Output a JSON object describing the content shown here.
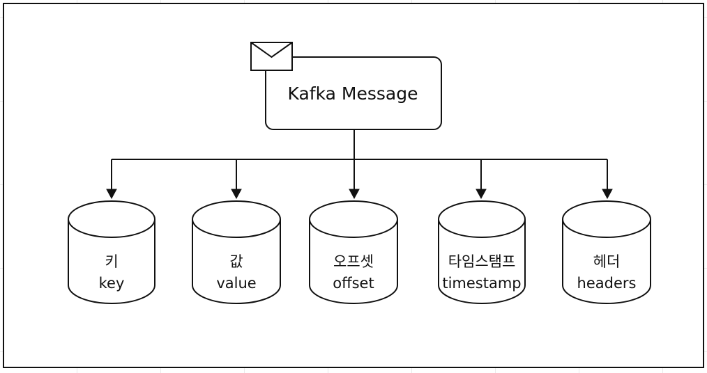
{
  "diagram": {
    "root": {
      "label": "Kafka Message",
      "icon": "envelope-icon"
    },
    "nodes": [
      {
        "id": "key",
        "label_ko": "키",
        "label_en": "key"
      },
      {
        "id": "value",
        "label_ko": "값",
        "label_en": "value"
      },
      {
        "id": "offset",
        "label_ko": "오프셋",
        "label_en": "offset"
      },
      {
        "id": "timestamp",
        "label_ko": "타임스탬프",
        "label_en": "timestamp"
      },
      {
        "id": "headers",
        "label_ko": "헤더",
        "label_en": "headers"
      }
    ]
  }
}
